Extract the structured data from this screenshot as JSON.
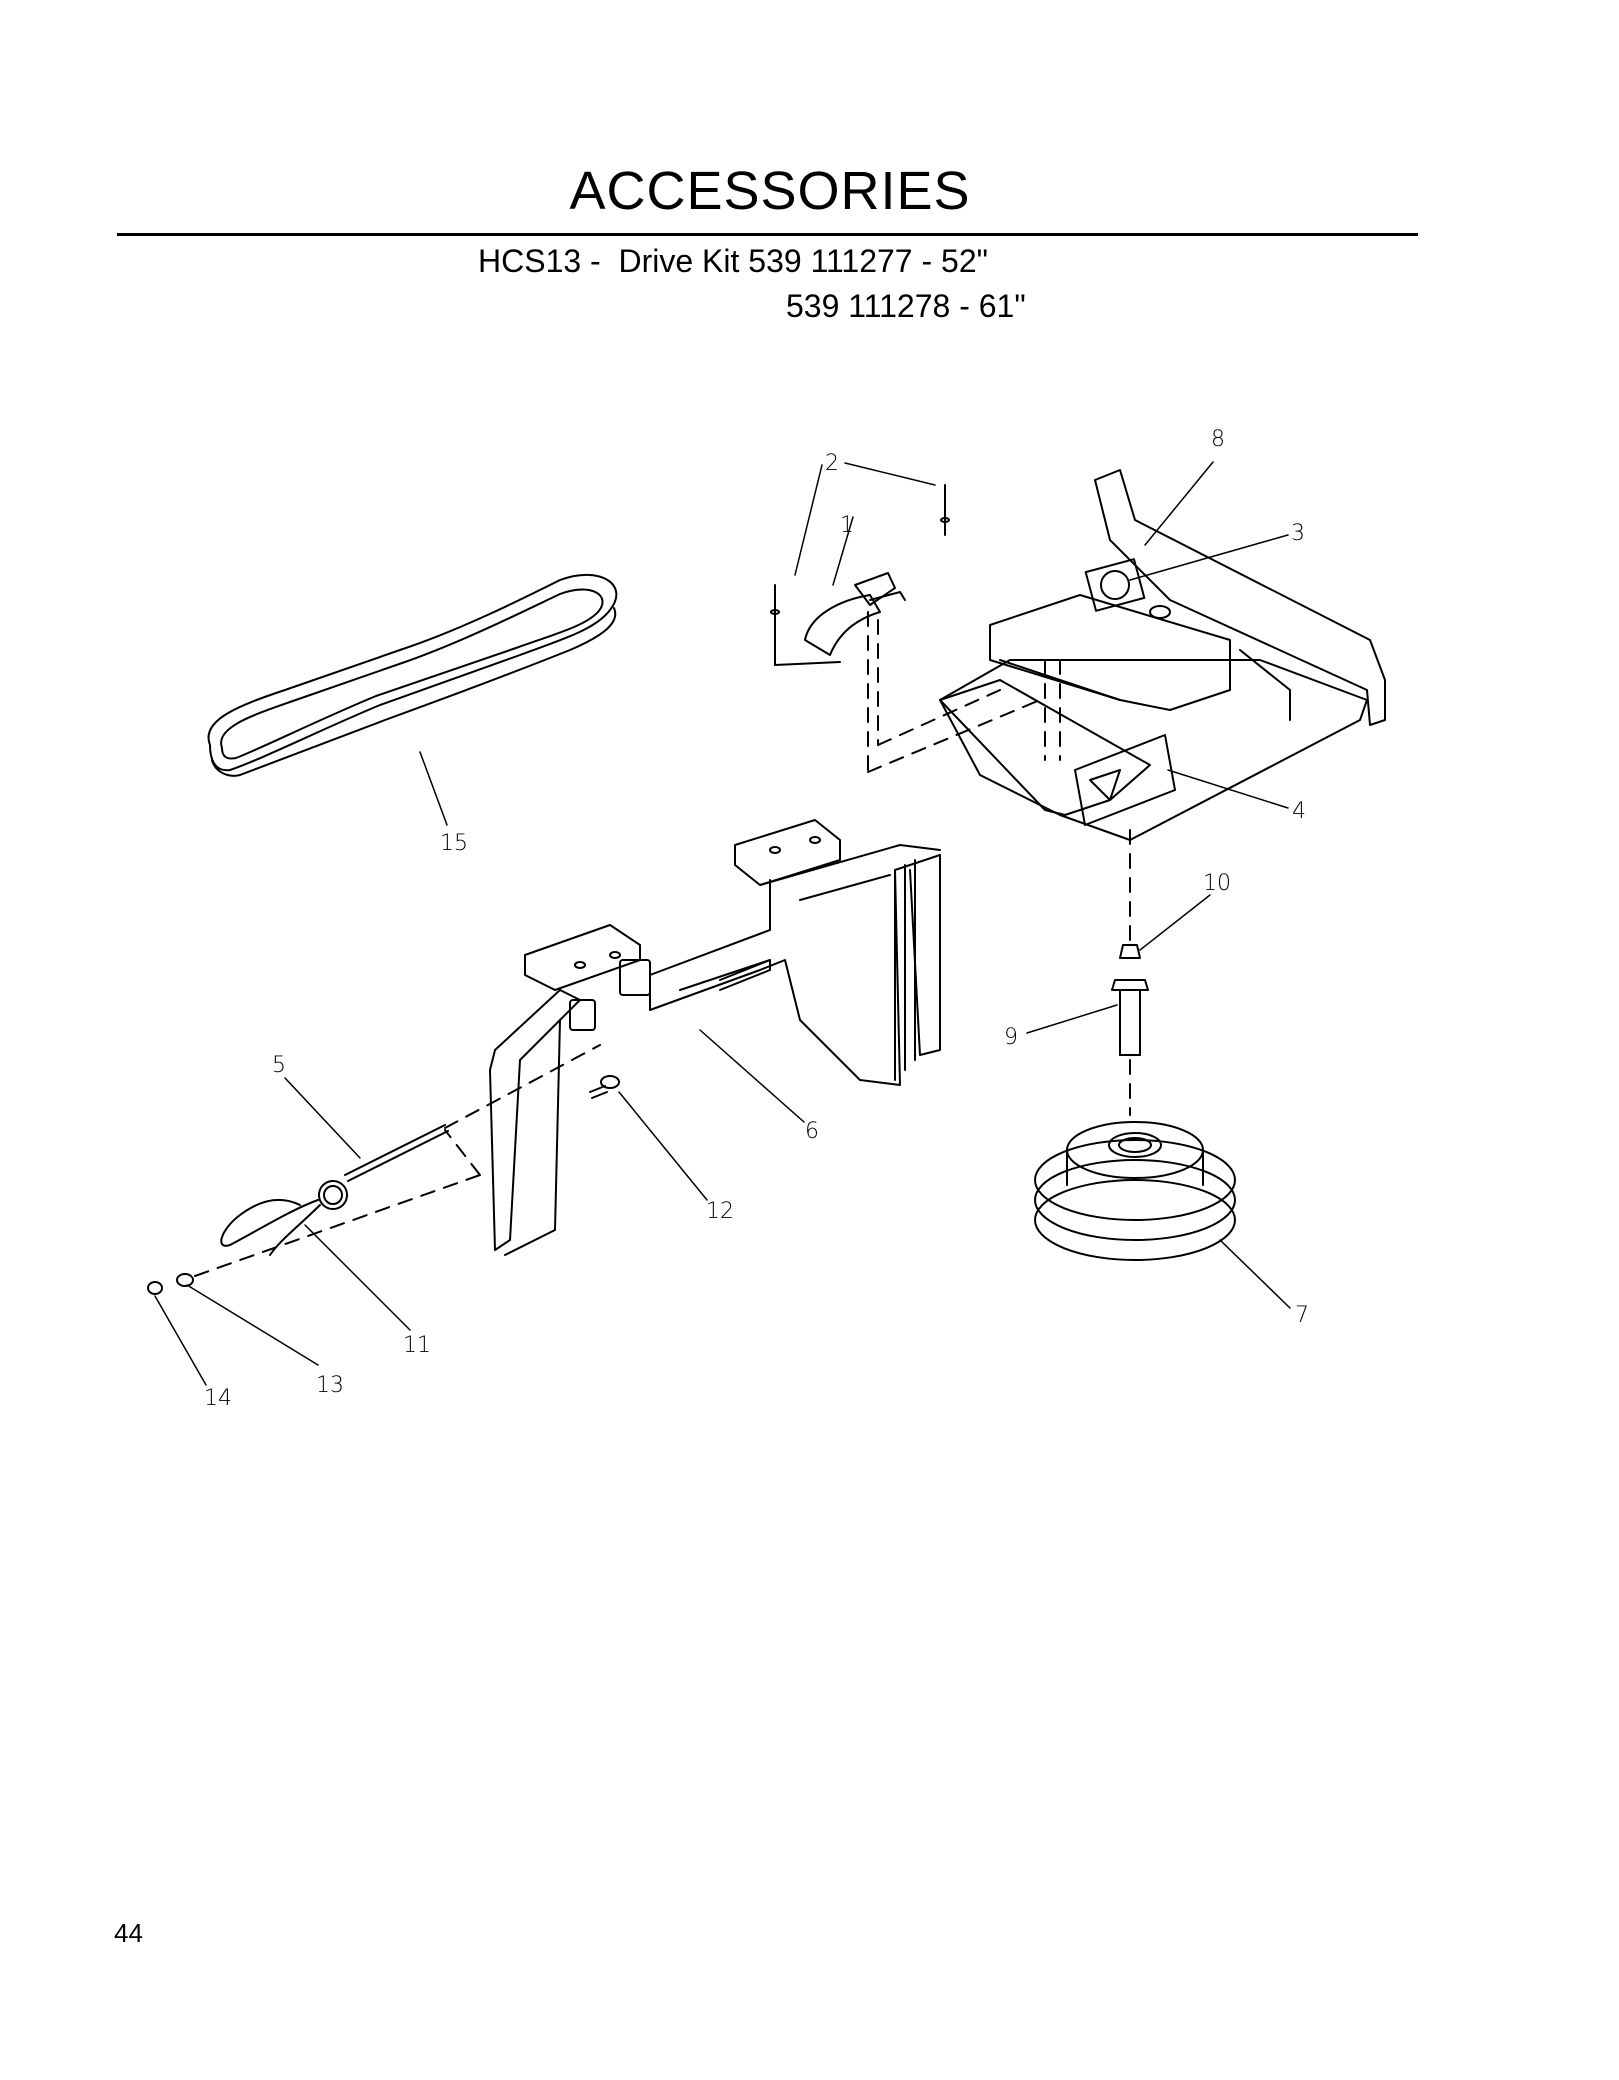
{
  "header": {
    "title": "ACCESSORIES",
    "subtitle_line1": "HCS13 -  Drive Kit 539 111277 - 52\"",
    "subtitle_line2": "539 111278 - 61\""
  },
  "callouts": [
    "1",
    "2",
    "3",
    "4",
    "5",
    "6",
    "7",
    "8",
    "9",
    "10",
    "11",
    "12",
    "13",
    "14",
    "15"
  ],
  "footer": {
    "page_number": "44"
  },
  "colors": {
    "ink": "#000000",
    "paper": "#ffffff"
  }
}
